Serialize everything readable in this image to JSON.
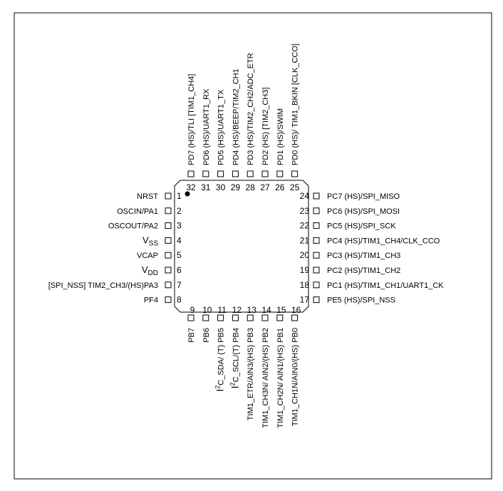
{
  "pins": {
    "top": [
      {
        "num": "32",
        "label": "PD7 (HS)/TLI [TIM1_CH4]"
      },
      {
        "num": "31",
        "label": "PD6 (HS)/UART1_RX"
      },
      {
        "num": "30",
        "label": "PD5 (HS)/UART1_TX"
      },
      {
        "num": "29",
        "label": "PD4 (HS)/BEEP/TIM2_CH1"
      },
      {
        "num": "28",
        "label": "PD3 (HS)/TIM2_CH2/ADC_ETR"
      },
      {
        "num": "27",
        "label": "PD2 (HS) [TIM2_CH3]"
      },
      {
        "num": "26",
        "label": "PD1 (HS)/SWIM"
      },
      {
        "num": "25",
        "label": "PD0 (HS)/ TIM1_BKIN [CLK_CCO]"
      }
    ],
    "left": [
      {
        "num": "1",
        "label": "NRST"
      },
      {
        "num": "2",
        "label": "OSCIN/PA1"
      },
      {
        "num": "3",
        "label": "OSCOUT/PA2"
      },
      {
        "num": "4",
        "label": "V",
        "sub": "SS"
      },
      {
        "num": "5",
        "label": "VCAP"
      },
      {
        "num": "6",
        "label": "V",
        "sub": "DD"
      },
      {
        "num": "7",
        "label": "[SPI_NSS] TIM2_CH3/(HS)PA3"
      },
      {
        "num": "8",
        "label": "PF4"
      }
    ],
    "right": [
      {
        "num": "24",
        "label": "PC7 (HS)/SPI_MISO"
      },
      {
        "num": "23",
        "label": "PC6 (HS)/SPI_MOSI"
      },
      {
        "num": "22",
        "label": "PC5 (HS)/SPI_SCK"
      },
      {
        "num": "21",
        "label": "PC4 (HS)/TIM1_CH4/CLK_CCO"
      },
      {
        "num": "20",
        "label": "PC3 (HS)/TIM1_CH3"
      },
      {
        "num": "19",
        "label": "PC2 (HS)/TIM1_CH2"
      },
      {
        "num": "18",
        "label": "PC1 (HS)/TIM1_CH1/UART1_CK"
      },
      {
        "num": "17",
        "label": "PE5 (HS)/SPI_NSS"
      }
    ],
    "bottom": [
      {
        "num": "9",
        "label": "PB7"
      },
      {
        "num": "10",
        "label": "PB6"
      },
      {
        "num": "11",
        "pre": "I",
        "sup": "2",
        "label": "C_SDA/ (T) PB5"
      },
      {
        "num": "12",
        "pre": "I",
        "sup": "2",
        "label": "C_SCL/(T) PB4"
      },
      {
        "num": "13",
        "label": "TIM1_ETR/AIN3/(HS) PB3"
      },
      {
        "num": "14",
        "label": "TIM1_CH3N/ AIN2/(HS) PB2"
      },
      {
        "num": "15",
        "label": "TIM1_CH2N/ AIN1/(HS) PB1"
      },
      {
        "num": "16",
        "label": "TIM1_CH1N/AIN0/(HS) PB0"
      }
    ]
  }
}
